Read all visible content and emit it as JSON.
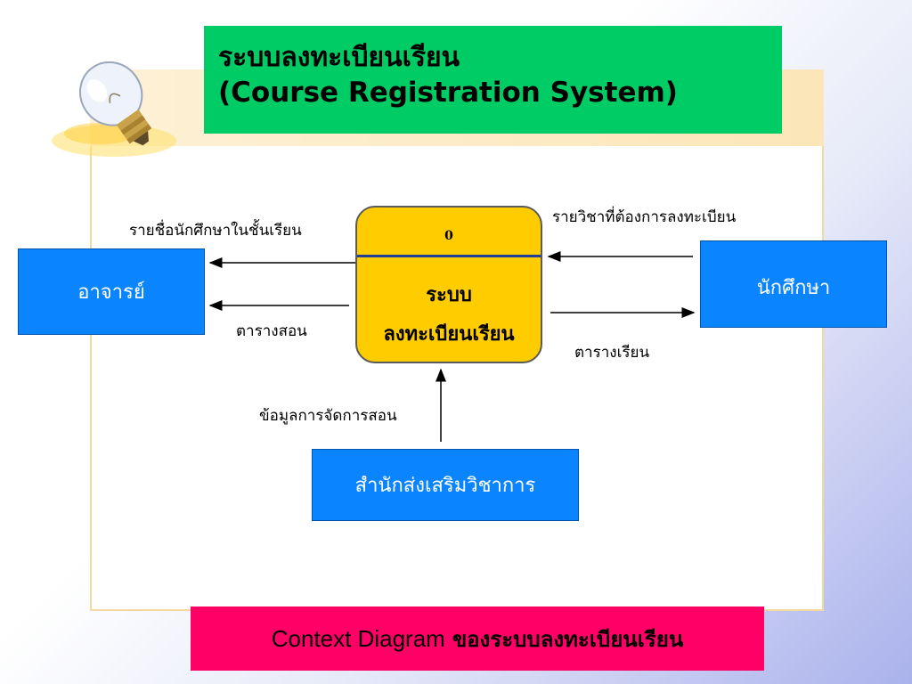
{
  "title": {
    "line1": "ระบบลงทะเบียนเรียน",
    "line2": "(Course Registration System)"
  },
  "process": {
    "id": "0",
    "name_line1": "ระบบ",
    "name_line2": "ลงทะเบียนเรียน"
  },
  "entities": {
    "teacher": "อาจารย์",
    "student": "นักศึกษา",
    "academic_office": "สำนักส่งเสริมวิชาการ"
  },
  "flows": {
    "class_roster": "รายชื่อนักศึกษาในชั้นเรียน",
    "teaching_schedule": "ตารางสอน",
    "requested_courses": "รายวิชาที่ต้องการลงทะเบียน",
    "class_schedule": "ตารางเรียน",
    "teaching_arrangement_data": "ข้อมูลการจัดการสอน"
  },
  "caption": {
    "english": "Context Diagram",
    "thai": "ของระบบลงทะเบียนเรียน"
  },
  "colors": {
    "title_bg": "#00cc66",
    "entity_bg": "#0b84ff",
    "process_bg": "#ffcc00",
    "caption_bg": "#ff0066"
  }
}
